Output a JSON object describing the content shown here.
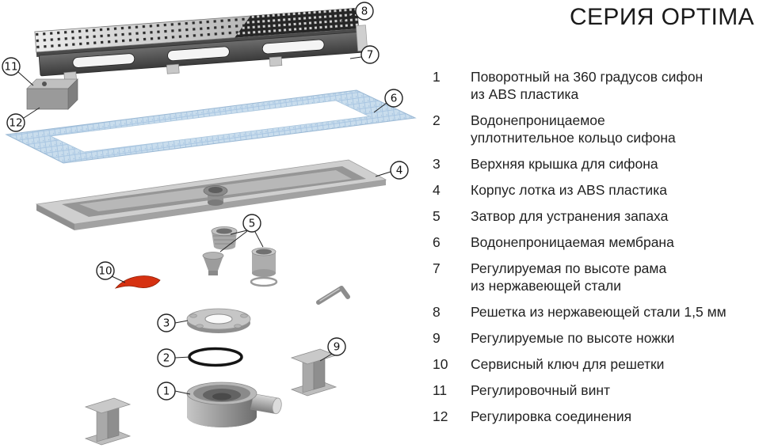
{
  "title": "СЕРИЯ OPTIMA",
  "parts": [
    {
      "num": "1",
      "label": "Поворотный на 360 градусов сифон\nиз ABS пластика"
    },
    {
      "num": "2",
      "label": "Водонепроницаемое\nуплотнительное кольцо сифона"
    },
    {
      "num": "3",
      "label": "Верхняя крышка для сифона"
    },
    {
      "num": "4",
      "label": "Корпус лотка из ABS пластика"
    },
    {
      "num": "5",
      "label": "Затвор для устранения запаха"
    },
    {
      "num": "6",
      "label": "Водонепроницаемая мембрана"
    },
    {
      "num": "7",
      "label": "Регулируемая по высоте рама\nиз нержавеющей стали"
    },
    {
      "num": "8",
      "label": "Решетка из нержавеющей стали 1,5 мм"
    },
    {
      "num": "9",
      "label": "Регулируемые по высоте ножки"
    },
    {
      "num": "10",
      "label": "Сервисный ключ для решетки"
    },
    {
      "num": "11",
      "label": "Регулировочный винт"
    },
    {
      "num": "12",
      "label": "Регулировка соединения"
    }
  ],
  "colors": {
    "service_key_red": "#d63111",
    "membrane_blue": "#c9dded",
    "title_text": "#1a1a1a",
    "body_text": "#222222"
  }
}
